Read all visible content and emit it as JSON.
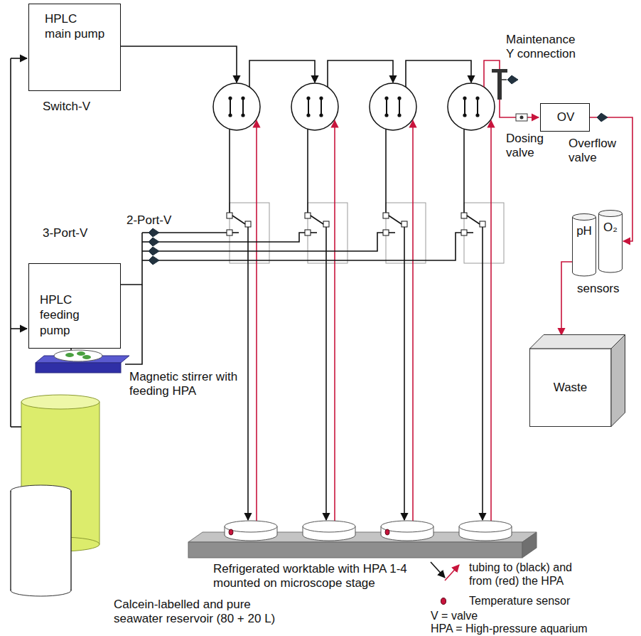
{
  "diagram": {
    "nodes": [
      {
        "text": [
          "HPLC main pump"
        ]
      },
      {
        "text": [
          "HPLC feeding pump"
        ]
      },
      {
        "text": [
          "OV"
        ]
      },
      {
        "text": [
          "pH"
        ]
      },
      {
        "text": [
          "O₂"
        ]
      },
      {
        "text": [
          "Waste"
        ]
      }
    ],
    "edges": [
      {
        "from": 2,
        "to": 4,
        "arrow": "to"
      },
      {
        "from": 3,
        "to": 5,
        "arrow": "to"
      }
    ],
    "labels": [
      "Switch-V",
      "3-Port-V",
      "2-Port-V",
      "Maintenance Y connection",
      "Dosing valve",
      "Overflow valve",
      "sensors",
      "Magnetic stirrer with feeding HPA",
      "Refrigerated worktable with HPA 1-4 mounted on microscope stage",
      "Calcein-labelled and pure seawater reservoir (80 + 20 L)"
    ],
    "legend": [
      {
        "text": "tubing to (black) and from (red) the HPA"
      },
      {
        "text": "Temperature sensor"
      },
      {
        "text": "V = valve"
      },
      {
        "text": "HPA = High-pressure aquarium"
      }
    ]
  }
}
